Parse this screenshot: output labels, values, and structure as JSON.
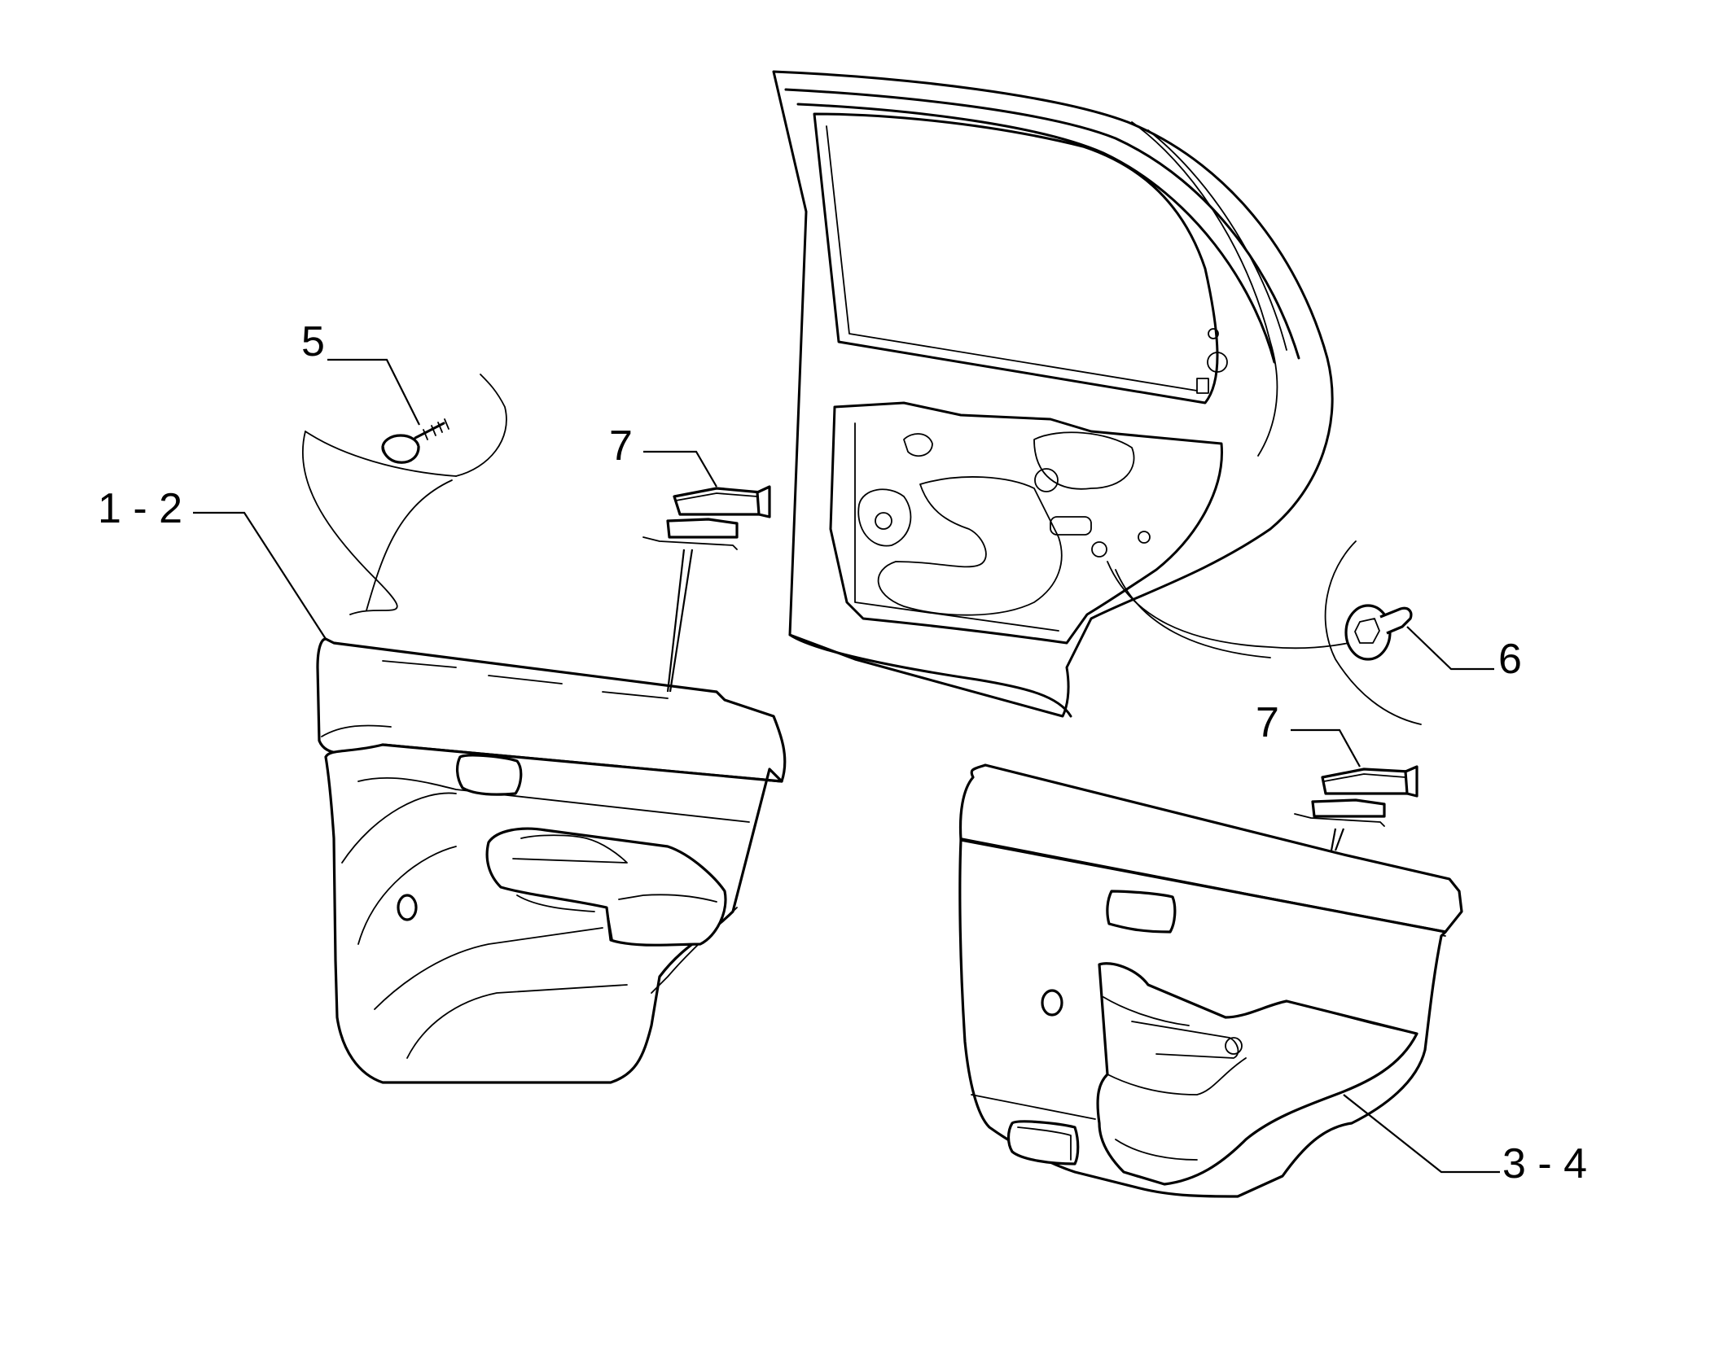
{
  "callouts": {
    "c12": "1 - 2",
    "c34": "3 - 4",
    "c5": "5",
    "c6": "6",
    "c7a": "7",
    "c7b": "7"
  }
}
